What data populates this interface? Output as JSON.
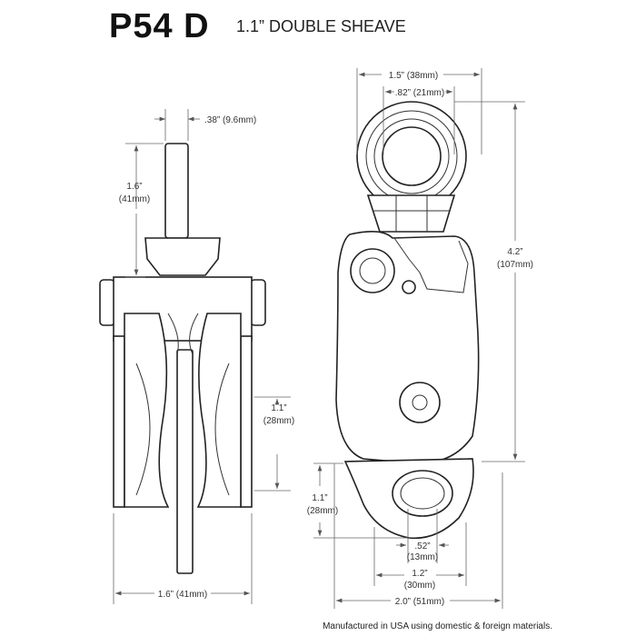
{
  "header": {
    "model": "P54 D",
    "description": "1.1” DOUBLE SHEAVE"
  },
  "front_view": {
    "shaft_width": ".38” (9.6mm)",
    "shaft_height_in": "1.6”",
    "shaft_height_mm": "(41mm)",
    "sheave_in": "1.1”",
    "sheave_mm": "(28mm)",
    "width": "1.6” (41mm)"
  },
  "side_view": {
    "ring_outer": "1.5” (38mm)",
    "ring_inner": ".82” (21mm)",
    "height_in": "4.2”",
    "height_mm": "(107mm)",
    "becket_in": "1.1”",
    "becket_mm": "(28mm)",
    "hole_in": ".52”",
    "hole_mm": "(13mm)",
    "becket_width_in": "1.2”",
    "becket_width_mm": "(30mm)",
    "width": "2.0” (51mm)"
  },
  "footer": "Manufactured in USA using domestic & foreign materials."
}
